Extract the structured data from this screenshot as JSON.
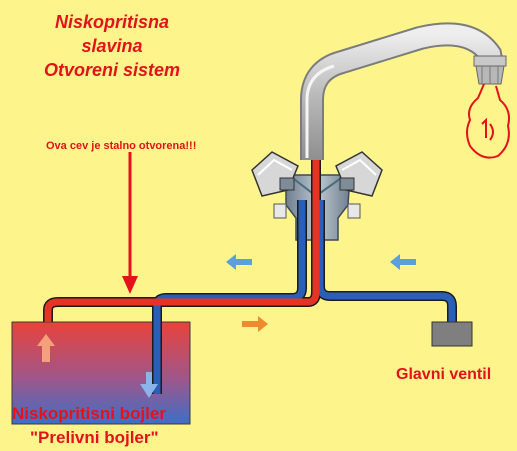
{
  "title": [
    "Niskopritisna",
    "slavina",
    "Otvoreni sistem"
  ],
  "note": "Ova cev je stalno otvorena!!!",
  "valve_label": "Glavni ventil",
  "boiler_label": [
    "Niskopritisni bojler",
    "\"Prelivni bojler\""
  ],
  "colors": {
    "background": "#fdf58c",
    "label": "#e4121b",
    "hot_pipe": "#e63424",
    "cold_pipe": "#2a5fb8",
    "faucet": "#a9a9a9",
    "arrow_cold": "#5aa0dc",
    "arrow_hot": "#f08a2e"
  }
}
